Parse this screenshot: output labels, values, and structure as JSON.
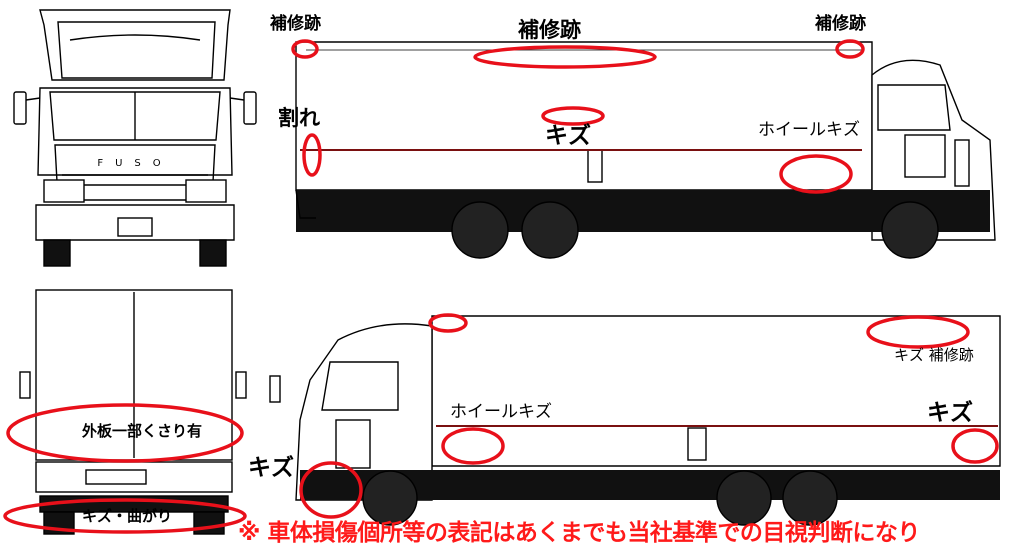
{
  "labels": {
    "hoshuato_left": "補修跡",
    "hoshuato_center": "補修跡",
    "hoshuato_right": "補修跡",
    "ware": "割れ",
    "kizu_roof": "キズ",
    "wheel_kizu_top": "ホイールキズ",
    "wheel_kizu_bottom": "ホイールキズ",
    "kizu_hoshuato": "キズ 補修跡",
    "kizu_rear_right": "キズ",
    "kizu_front_left": "キズ",
    "gaihan_sabi": "外板一部くさり有",
    "kizu_magari": "キズ・曲がり"
  },
  "truck": {
    "front_emblem": "FUSO"
  },
  "footnote": "※ 車体損傷個所等の表記はあくまでも当社基準での目視判断になり",
  "colors": {
    "marker": "#e8101a",
    "stripe": "#7a1010",
    "note": "#ff1a1a"
  }
}
